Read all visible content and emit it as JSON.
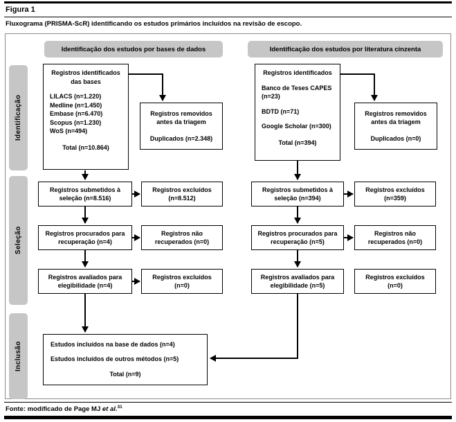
{
  "figure": {
    "label": "Figura 1",
    "caption": "Fluxograma (PRISMA-ScR) identificando os estudos primários incluídos na revisão de escopo.",
    "source_prefix": "Fonte: modificado de Page MJ ",
    "source_etal": "et al.",
    "source_ref": "31"
  },
  "column_headers": {
    "databases": "Identificação dos estudos por bases de dados",
    "grey_literature": "Identificação dos estudos por literatura cinzenta"
  },
  "stage_labels": {
    "identification": "Identificação",
    "screening": "Seleção",
    "inclusion": "Inclusão"
  },
  "database_flow": {
    "identified": {
      "title": "Registros identificados das bases",
      "items": [
        "LILACS (n=1.220)",
        "Medline (n=1.450)",
        "Embase (n=6.470)",
        "Scopus (n=1.230)",
        "WoS (n=494)"
      ],
      "total": "Total (n=10.864)"
    },
    "removed": {
      "title": "Registros removidos antes da triagem",
      "detail": "Duplicados (n=2.348)"
    },
    "screened": "Registros submetidos à seleção (n=8.516)",
    "screened_excluded": "Registros excluídos (n=8.512)",
    "sought": "Registros procurados para recuperação (n=4)",
    "not_retrieved": "Registros não recuperados (n=0)",
    "assessed": "Registros avaliados para elegibilidade (n=4)",
    "eligibility_excluded": "Registros excluídos (n=0)"
  },
  "grey_flow": {
    "identified": {
      "title": "Registros identificados",
      "items": [
        "Banco de Teses CAPES (n=23)",
        "BDTD (n=71)",
        "Google Scholar (n=300)"
      ],
      "total": "Total (n=394)"
    },
    "removed": {
      "title": "Registros removidos antes da triagem",
      "detail": "Duplicados (n=0)"
    },
    "screened": "Registros submetidos à seleção (n=394)",
    "screened_excluded": "Registros excluídos (n=359)",
    "sought": "Registros procurados para recuperação (n=5)",
    "not_retrieved": "Registros não recuperados (n=0)",
    "assessed": "Registros avaliados para elegibilidade (n=5)",
    "eligibility_excluded": "Registros excluídos (n=0)"
  },
  "included": {
    "databases": "Estudos incluídos na base de dados (n=4)",
    "other_methods": "Estudos incluídos de outros métodos (n=5)",
    "total": "Total (n=9)"
  },
  "colors": {
    "header_bg": "#c6c6c6",
    "stage_bg": "#c6c6c6",
    "box_border": "#000000",
    "arrow": "#000000"
  }
}
